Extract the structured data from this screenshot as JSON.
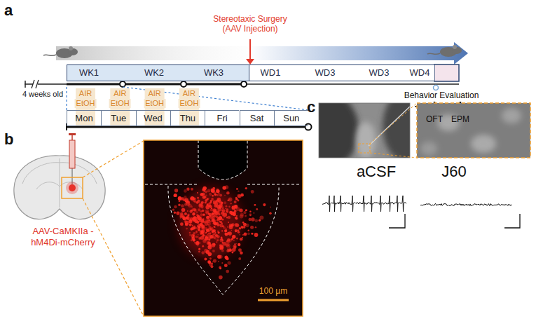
{
  "diagram": {
    "nodes": [
      {
        "text": [
          "WK1",
          "WK2",
          "WK3"
        ]
      },
      {
        "text": [
          "WD1",
          "WD3",
          "WD3",
          "WD4"
        ]
      },
      {
        "text": [
          "Mon"
        ]
      },
      {
        "text": [
          "Tue"
        ]
      },
      {
        "text": [
          "Wed"
        ]
      },
      {
        "text": [
          "Thu"
        ]
      },
      {
        "text": [
          "Fri"
        ]
      },
      {
        "text": [
          "Sat"
        ]
      },
      {
        "text": [
          "Sun"
        ]
      }
    ],
    "labels": [
      "a",
      "Stereotaxic Surgery (AAV Injection)",
      "4 weeks old",
      "AIR",
      "EtOH",
      "AIR",
      "EtOH",
      "AIR",
      "EtOH",
      "AIR",
      "EtOH",
      "Behavior Evaluation",
      "OFT",
      "EPM",
      "b",
      "AAV-CaMKIIa -hM4Di-mCherry",
      "100 µm",
      "c",
      "aCSF",
      "J60"
    ]
  }
}
